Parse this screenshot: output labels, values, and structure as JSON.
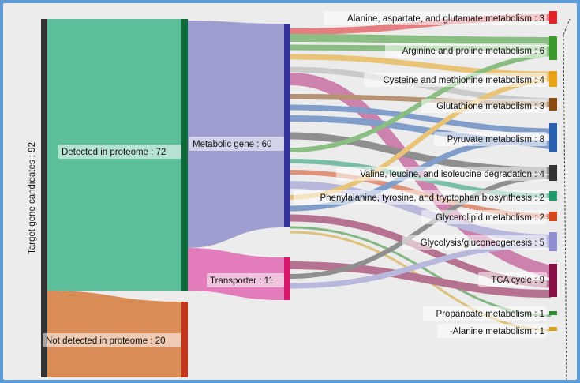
{
  "diagram": {
    "type": "sankey",
    "root": {
      "label": "Target gene candidates : 92",
      "color": "#333333"
    },
    "level1": [
      {
        "id": "detected",
        "label": "Detected in proteome : 72",
        "node_color": "#0f6b3a",
        "band_color": "#5cbf9a"
      },
      {
        "id": "not_detected",
        "label": "Not detected in proteome : 20",
        "node_color": "#c1361a",
        "band_color": "#d98c56"
      }
    ],
    "level2": [
      {
        "id": "metabolic",
        "label": "Metabolic gene : 60",
        "node_color": "#333399",
        "band_color": "#9a9ad0"
      },
      {
        "id": "transporter",
        "label": "Transporter : 11",
        "node_color": "#d6186a",
        "band_color": "#e276b8"
      }
    ],
    "pathways": [
      {
        "label": "Alanine, aspartate, and glutamate metabolism : 3",
        "value": 3,
        "color": "#e0242a"
      },
      {
        "label": "Arginine and proline metabolism : 6",
        "value": 6,
        "color": "#3c9a2c"
      },
      {
        "label": "Cysteine and methionine metabolism : 4",
        "value": 4,
        "color": "#e8a417"
      },
      {
        "label": "Glutathione metabolism : 3",
        "value": 3,
        "color": "#8a4c12"
      },
      {
        "label": "Pyruvate metabolism : 8",
        "value": 8,
        "color": "#2a5fb0"
      },
      {
        "label": "Valine, leucine, and isoleucine degradation : 4",
        "value": 4,
        "color": "#333333"
      },
      {
        "label": "Phenylalanine, tyrosine, and tryptophan biosynthesis : 2",
        "value": 2,
        "color": "#1d9a6c"
      },
      {
        "label": "Glycerolipid metabolism : 2",
        "value": 2,
        "color": "#d4491c"
      },
      {
        "label": "Glycolysis/gluconeogenesis : 5",
        "value": 5,
        "color": "#8f8fcf"
      },
      {
        "label": "TCA cycle : 9",
        "value": 9,
        "color": "#8a1148"
      },
      {
        "label": "Propanoate metabolism : 1",
        "value": 1,
        "color": "#2f8a2f"
      },
      {
        "label": "-Alanine metabolism : 1",
        "value": 1,
        "color": "#d4a020"
      }
    ]
  }
}
